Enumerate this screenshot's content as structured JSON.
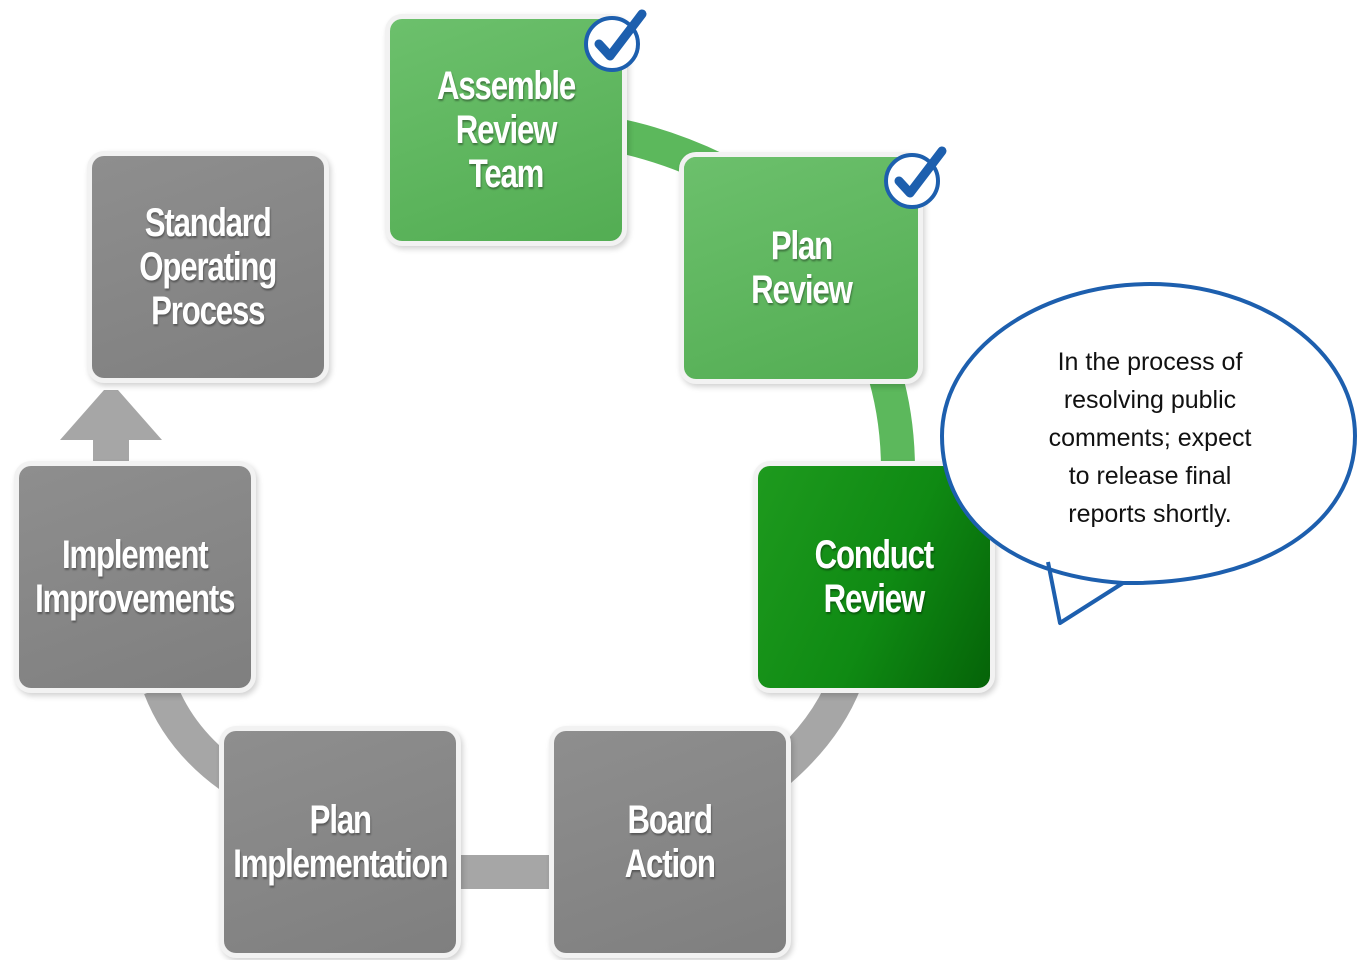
{
  "steps": {
    "assemble_review_team": {
      "label": "Assemble\nReview Team",
      "status": "complete"
    },
    "plan_review": {
      "label": "Plan\nReview",
      "status": "complete"
    },
    "conduct_review": {
      "label": "Conduct\nReview",
      "status": "current"
    },
    "board_action": {
      "label": "Board\nAction",
      "status": "pending"
    },
    "plan_implementation": {
      "label": "Plan\nImplementation",
      "status": "pending"
    },
    "implement_improvements": {
      "label": "Implement\nImprovements",
      "status": "pending"
    },
    "standard_operating_process": {
      "label": "Standard\nOperating\nProcess",
      "status": "pending"
    }
  },
  "callout": {
    "text": "In the process of\nresolving public\ncomments; expect\nto release final\nreports shortly."
  },
  "colors": {
    "complete": "#5cb85c",
    "current": "#0f8a13",
    "pending": "#888888",
    "connector_green": "#5cb85c",
    "connector_gray": "#a6a6a6",
    "callout_border": "#1d5fae",
    "check_blue": "#1d5fae"
  }
}
